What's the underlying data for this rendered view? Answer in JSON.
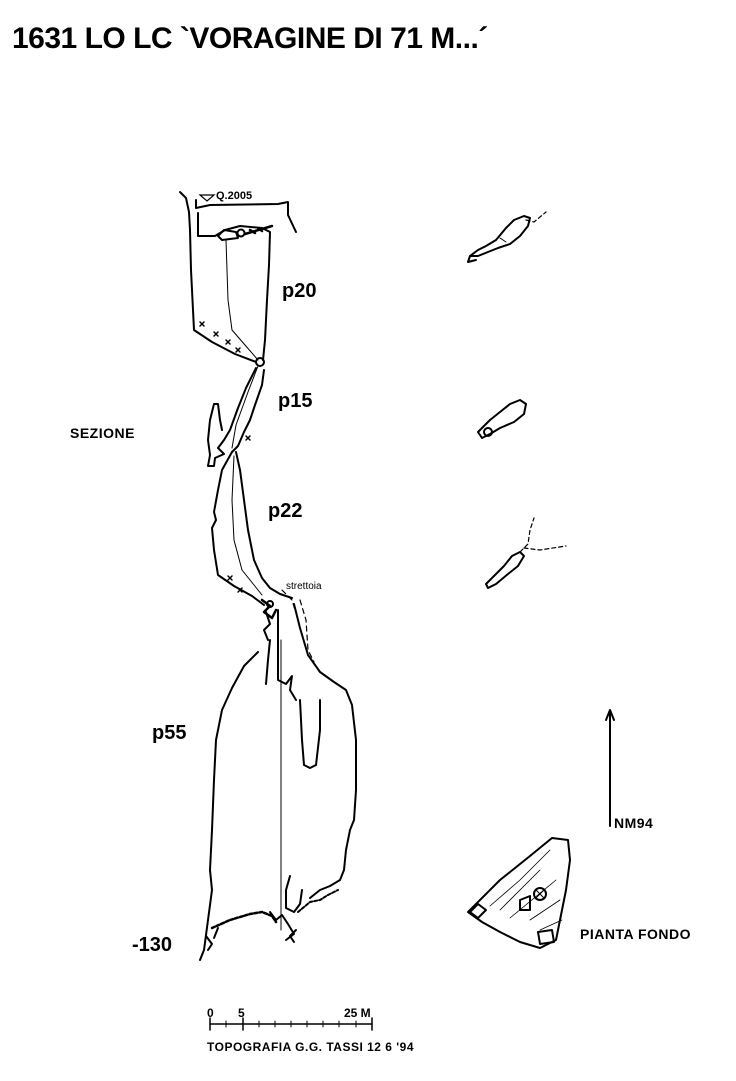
{
  "title": "1631 LO LC   `VORAGINE DI 71 M...´",
  "section_label": "SEZIONE",
  "entrance_elevation": "Q.2005",
  "pitches": [
    {
      "label": "p20"
    },
    {
      "label": "p15"
    },
    {
      "label": "p22"
    },
    {
      "label": "p55"
    }
  ],
  "narrowing_label": "strettoia",
  "bottom_depth": "-130",
  "north_label": "NM94",
  "plan_label": "PIANTA FONDO",
  "scale": {
    "tick_0": "0",
    "tick_5": "5",
    "tick_25": "25 M"
  },
  "credit": "TOPOGRAFIA G.G. TASSI 12 6 '94"
}
